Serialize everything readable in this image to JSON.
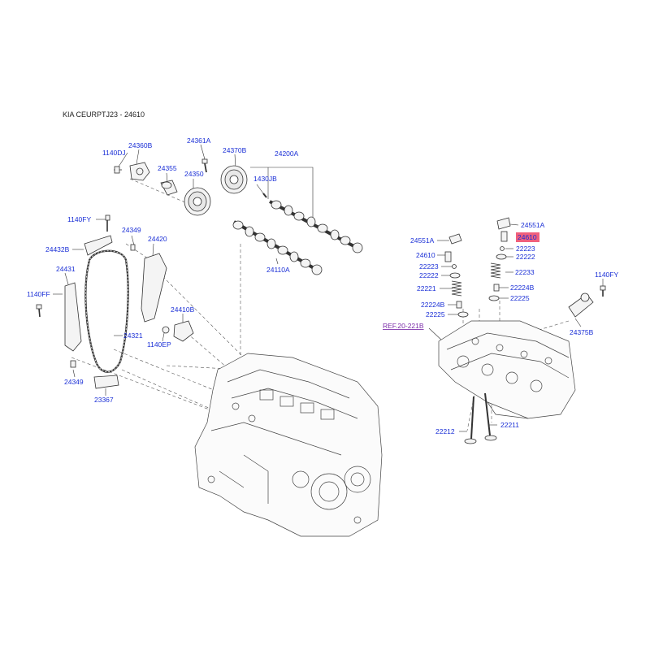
{
  "header": {
    "title": "KIA CEURPTJ23 - 24610"
  },
  "highlight_color": "#f0607c",
  "link_color": "#1a2fd6",
  "ref_color": "#7a2ba8",
  "labels": {
    "l1140DJ": "1140DJ",
    "l24360B": "24360B",
    "l24361A": "24361A",
    "l24370B": "24370B",
    "l24200A": "24200A",
    "l24355": "24355",
    "l24350": "24350",
    "l1430JB": "1430JB",
    "l1140FY_left": "1140FY",
    "l24349_top": "24349",
    "l24420": "24420",
    "l24432B": "24432B",
    "l24431": "24431",
    "l24110A": "24110A",
    "l1140FF": "1140FF",
    "l24410B": "24410B",
    "l24321": "24321",
    "l1140EP": "1140EP",
    "l24349_bottom": "24349",
    "l23367": "23367",
    "l24551A_left": "24551A",
    "l24610_left": "24610",
    "l22223_left": "22223",
    "l22222_left": "22222",
    "l22221": "22221",
    "l22224B_left": "22224B",
    "l22225_left": "22225",
    "l24551A_right": "24551A",
    "l24610_right": "24610",
    "l22223_right": "22223",
    "l22222_right": "22222",
    "l22233": "22233",
    "l22224B_right": "22224B",
    "l22225_right": "22225",
    "l1140FY_right": "1140FY",
    "l24375B": "24375B",
    "ref": "REF.20-221B",
    "l22212": "22212",
    "l22211": "22211"
  }
}
